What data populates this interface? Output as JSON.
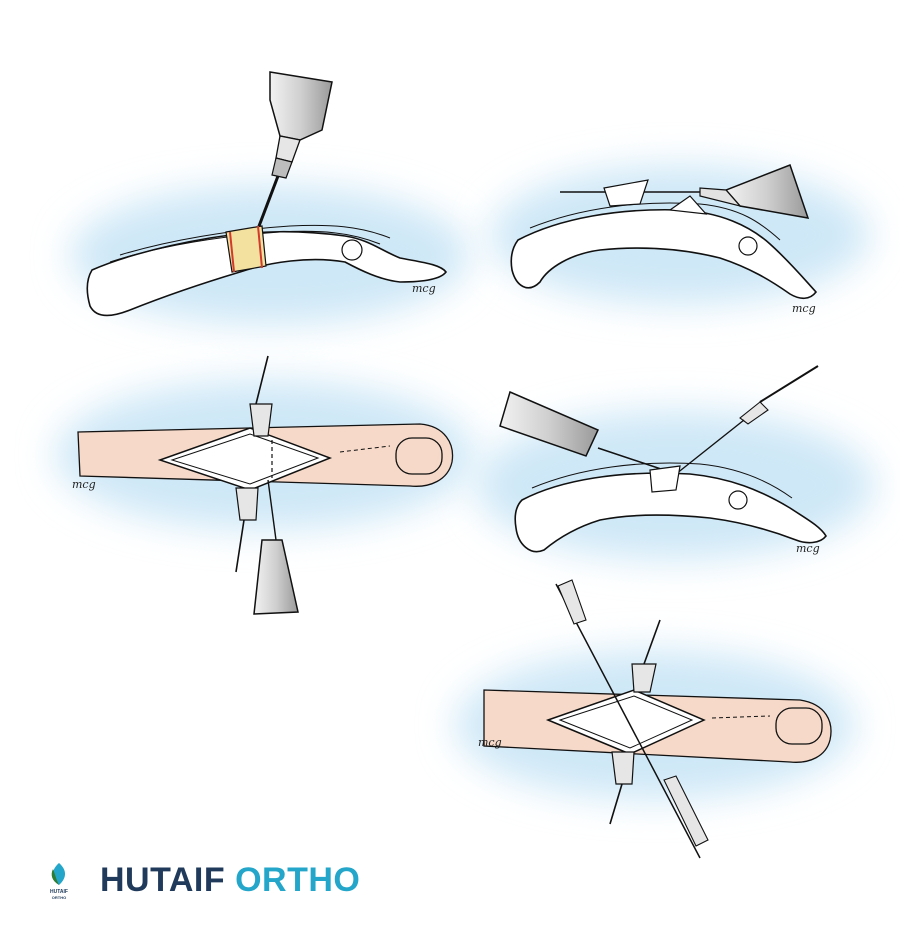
{
  "brand": {
    "word1": "HUTAIF",
    "word2": "ORTHO",
    "logo_caption": "HUTAIF",
    "logo_subcaption": "ORTHO",
    "color_primary": "#1f3a5a",
    "color_accent": "#23a6c9"
  },
  "illustrator_signature": "mcg",
  "palette": {
    "glow": "#cfe8f7",
    "skin": "#f6d9c8",
    "bone": "#ffffff",
    "graft": "#f3e1a0",
    "cut_line": "#d23a2a",
    "instrument": "#d8d8d8"
  },
  "panels": [
    {
      "name": "panel-osteotomy-saw",
      "icon": "bone-saw-icon"
    },
    {
      "name": "panel-wedge-drill",
      "icon": "drill-icon"
    },
    {
      "name": "panel-dorsal-exposure",
      "icon": "retractor-icon"
    },
    {
      "name": "panel-wire-insertion",
      "icon": "k-wire-icon"
    },
    {
      "name": "panel-fixation-dorsal",
      "icon": "retractor-icon"
    }
  ]
}
